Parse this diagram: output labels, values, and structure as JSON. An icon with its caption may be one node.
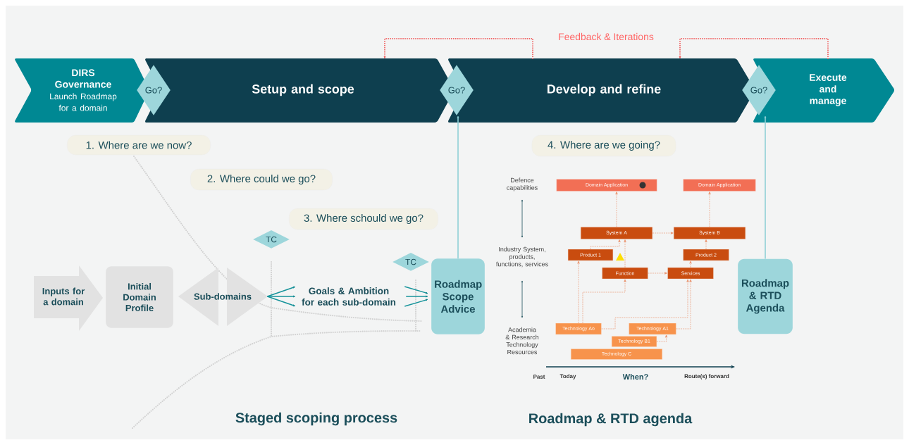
{
  "diagram": {
    "nodes": [
      {
        "text": [
          "DIRS Governance",
          "Launch Roadmap for a domain"
        ]
      },
      {
        "text": [
          "Go?"
        ]
      },
      {
        "text": [
          "Setup and scope"
        ]
      },
      {
        "text": [
          "Go?"
        ]
      },
      {
        "text": [
          "Develop and refine"
        ]
      },
      {
        "text": [
          "Go?"
        ]
      },
      {
        "text": [
          "Execute and manage"
        ]
      },
      {
        "text": [
          "1. Where are we now?"
        ]
      },
      {
        "text": [
          "2. Where could we go?"
        ]
      },
      {
        "text": [
          "3. Where schould we go?"
        ]
      },
      {
        "text": [
          "4. Where are we going?"
        ]
      },
      {
        "text": [
          "TC"
        ]
      },
      {
        "text": [
          "TC"
        ]
      },
      {
        "text": [
          "Inputs for a domain"
        ]
      },
      {
        "text": [
          "Initial Domain Profile"
        ]
      },
      {
        "text": [
          "Sub-domains"
        ]
      },
      {
        "text": [
          "Goals & Ambition for each sub-domain"
        ]
      },
      {
        "text": [
          "Roadmap Scope Advice"
        ]
      },
      {
        "text": [
          "Roadmap & RTD Agenda"
        ]
      },
      {
        "text": [
          "Domain Application"
        ]
      },
      {
        "text": [
          "Domain Application"
        ]
      },
      {
        "text": [
          "System A"
        ]
      },
      {
        "text": [
          "System B"
        ]
      },
      {
        "text": [
          "Product 1"
        ]
      },
      {
        "text": [
          "Product 2"
        ]
      },
      {
        "text": [
          "Function"
        ]
      },
      {
        "text": [
          "Services"
        ]
      },
      {
        "text": [
          "Technology Ao"
        ]
      },
      {
        "text": [
          "Technology A1"
        ]
      },
      {
        "text": [
          "Technology B1"
        ]
      },
      {
        "text": [
          "Technology C"
        ]
      }
    ],
    "edges": [
      {
        "from": 4,
        "to": 2,
        "arrow": "to",
        "style": "dashed",
        "color": "#f06262"
      },
      {
        "from": 6,
        "to": 4,
        "arrow": "to",
        "style": "dashed",
        "color": "#f06262"
      },
      {
        "from": 17,
        "to": 3,
        "arrow": "to",
        "color": "#8fd0d6"
      },
      {
        "from": 18,
        "to": 5,
        "arrow": "to",
        "color": "#8fd0d6"
      },
      {
        "from": 15,
        "to": 16,
        "arrow": "to",
        "color": "#15939a"
      },
      {
        "from": 16,
        "to": 17,
        "arrow": "to",
        "color": "#15939a"
      },
      {
        "from": 21,
        "to": 19,
        "arrow": "to",
        "style": "dashed",
        "color": "#e98a62"
      },
      {
        "from": 22,
        "to": 20,
        "arrow": "to",
        "style": "dashed",
        "color": "#e98a62"
      },
      {
        "from": 21,
        "to": 22,
        "arrow": "to",
        "style": "dashed",
        "color": "#e98a62"
      },
      {
        "from": 23,
        "to": 21,
        "arrow": "to",
        "style": "dashed",
        "color": "#e98a62"
      },
      {
        "from": 25,
        "to": 21,
        "arrow": "to",
        "style": "dashed",
        "color": "#e98a62"
      },
      {
        "from": 24,
        "to": 22,
        "arrow": "to",
        "style": "dashed",
        "color": "#e98a62"
      },
      {
        "from": 26,
        "to": 24,
        "arrow": "to",
        "style": "dashed",
        "color": "#e98a62"
      },
      {
        "from": 25,
        "to": 26,
        "arrow": "to",
        "style": "dashed",
        "color": "#e98a62"
      },
      {
        "from": 27,
        "to": 23,
        "arrow": "to",
        "style": "dashed",
        "color": "#e98a62"
      },
      {
        "from": 27,
        "to": 25,
        "arrow": "to",
        "style": "dashed",
        "color": "#e98a62"
      },
      {
        "from": 27,
        "to": 26,
        "arrow": "to",
        "style": "dashed",
        "color": "#e98a62"
      },
      {
        "from": 28,
        "to": 26,
        "arrow": "to",
        "style": "dashed",
        "color": "#e98a62"
      },
      {
        "from": 29,
        "to": 28,
        "arrow": "to",
        "style": "dashed",
        "color": "#e98a62"
      }
    ],
    "labels": [
      "Feedback & Iterations",
      "Defence capabilities",
      "Industry System, products, functions, services",
      "Academia & Research Technology Resources",
      "Past",
      "Today",
      "When?",
      "Route(s) forward",
      "Staged scoping process",
      "Roadmap & RTD agenda"
    ]
  }
}
